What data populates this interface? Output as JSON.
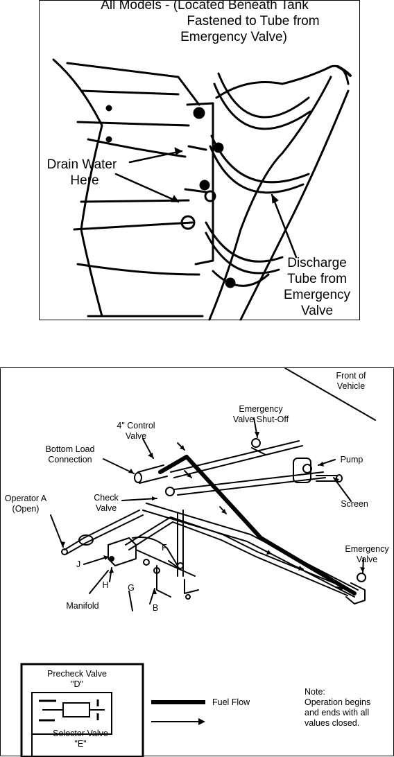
{
  "top_figure": {
    "caption_line1": "All Models - (Located Beneath Tank",
    "caption_line2": "Fastened to Tube from",
    "caption_line3": "Emergency Valve)",
    "drain_label_line1": "Drain Water",
    "drain_label_line2": "Here",
    "discharge_line1": "Discharge",
    "discharge_line2": "Tube from",
    "discharge_line3": "Emergency",
    "discharge_line4": "Valve"
  },
  "bottom_figure": {
    "front_line1": "Front of",
    "front_line2": "Vehicle",
    "emergency_shutoff_line1": "Emergency",
    "emergency_shutoff_line2": "Valve Shut-Off",
    "control_valve_line1": "4\" Control",
    "control_valve_line2": "Valve",
    "bottom_load_line1": "Bottom Load",
    "bottom_load_line2": "Connection",
    "pump": "Pump",
    "operator_line1": "Operator A",
    "operator_line2": "(Open)",
    "check_valve_line1": "Check",
    "check_valve_line2": "Valve",
    "screen": "Screen",
    "emergency_valve_line1": "Emergency",
    "emergency_valve_line2": "Valve",
    "label_f": "F",
    "label_j": "J",
    "label_h": "H",
    "label_g": "G",
    "label_b": "B",
    "manifold": "Manifold",
    "legend": {
      "precheck_line1": "Precheck Valve",
      "precheck_line2": "\"D\"",
      "selector_line1": "Selector Valve",
      "selector_line2": "\"E\"",
      "fuel_flow": "Fuel Flow"
    },
    "note_line1": "Note:",
    "note_line2": "Operation begins",
    "note_line3": "and ends with all",
    "note_line4": "values closed."
  }
}
